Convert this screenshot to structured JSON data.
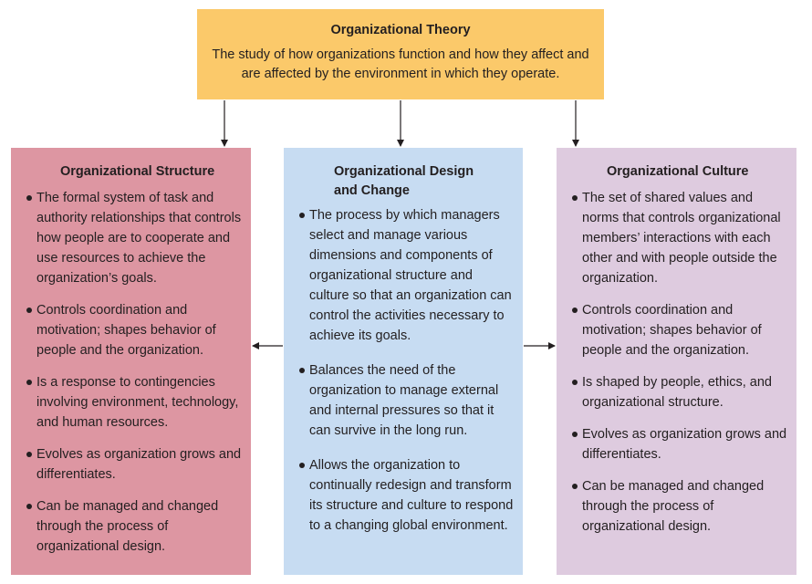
{
  "top": {
    "title": "Organizational Theory",
    "description": "The study of how organizations function and how they affect and are affected by the environment in which they operate."
  },
  "columns": {
    "structure": {
      "title": "Organizational Structure",
      "items": [
        "The formal system of task and authority relationships that controls how people are to cooperate and use resources to achieve the organization’s goals.",
        "Controls coordination and motivation; shapes behavior of people and the organization.",
        "Is a response to contingencies involving environment, technology, and human resources.",
        "Evolves as organization grows and differentiates.",
        "Can be managed and changed through the process of organizational design."
      ]
    },
    "design": {
      "title": "Organizational Design and Change",
      "items": [
        "The process by which managers select and manage various dimensions and components of organizational structure and culture so that an organization can control the activities necessary to achieve its goals.",
        "Balances the need of the organization to manage external and internal pressures so that it can survive in the long run.",
        "Allows the organization to continually redesign and transform its structure and culture to respond to a changing global environment."
      ]
    },
    "culture": {
      "title": "Organizational Culture",
      "items": [
        "The set of shared values and norms that controls organizational members’ interactions with each other and with people outside the organization.",
        "Controls coordination and motivation; shapes behavior of people and the organization.",
        "Is shaped by people, ethics, and organizational structure.",
        "Evolves as organization grows and differentiates.",
        "Can be managed and changed through the process of organizational design."
      ]
    }
  },
  "colors": {
    "top_box": "#fbc96a",
    "structure_box": "#dd96a2",
    "design_box": "#c7dcf2",
    "culture_box": "#decbdf",
    "arrow": "#231f20"
  }
}
